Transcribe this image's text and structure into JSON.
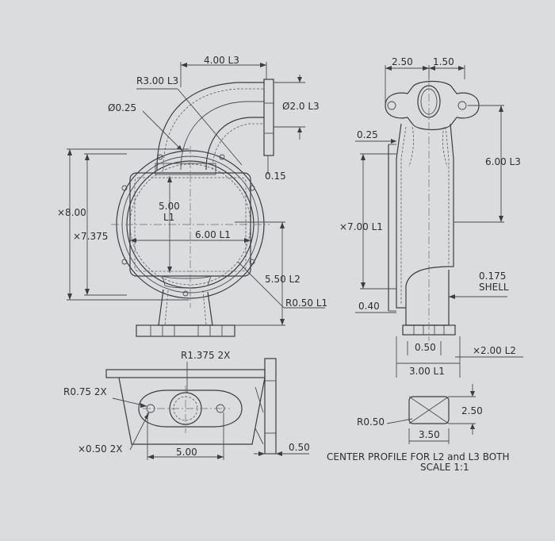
{
  "labels": {
    "top_width": "4.00 L3",
    "bend_radius": "R3.00 L3",
    "hole_dia": "Ø0.25",
    "flange_dia": "Ø2.0 L3",
    "flange_gap": "0.15",
    "body_outer_dia": "×8.00",
    "body_inner_dia": "×7.375",
    "center_height": "5.00\nL1",
    "center_width": "6.00 L1",
    "side_height": "5.50 L2",
    "corner_radius": "R0.50 L1",
    "side_top_a": "2.50",
    "side_top_b": "1.50",
    "side_wall": "0.25",
    "side_height_l3": "6.00 L3",
    "side_dia_l1": "×7.00 L1",
    "shell_thickness": "0.175\nSHELL",
    "side_bottom_gap": "0.40",
    "side_base": "0.50",
    "side_base_dia": "×2.00 L2",
    "side_base_width": "3.00 L1",
    "port_radius": "R1.375 2X",
    "mount_radius": "R0.75 2X",
    "mount_hole": "×0.50 2X",
    "mount_width": "5.00",
    "mount_gap": "0.50",
    "profile_radius": "R0.50",
    "profile_height": "2.50",
    "profile_width": "3.50",
    "note_line1": "CENTER PROFILE FOR L2 and L3 BOTH",
    "note_line2": "SCALE 1:1"
  }
}
